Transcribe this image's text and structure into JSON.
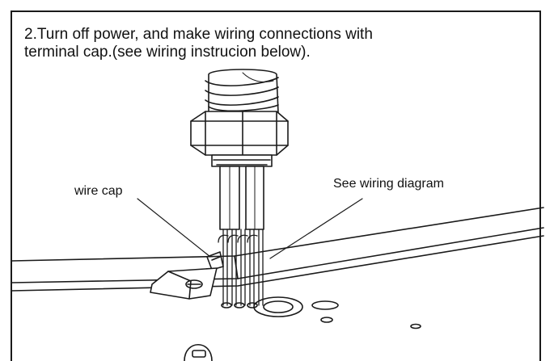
{
  "instructions": {
    "step_line_1": "2.Turn off power, and make wiring connections with",
    "step_line_2": "terminal cap.(see wiring instrucion below)."
  },
  "callouts": {
    "wire_cap": "wire cap",
    "wiring_diagram": "See wiring diagram"
  },
  "colors": {
    "line": "#1a1a1a",
    "background": "#ffffff"
  }
}
